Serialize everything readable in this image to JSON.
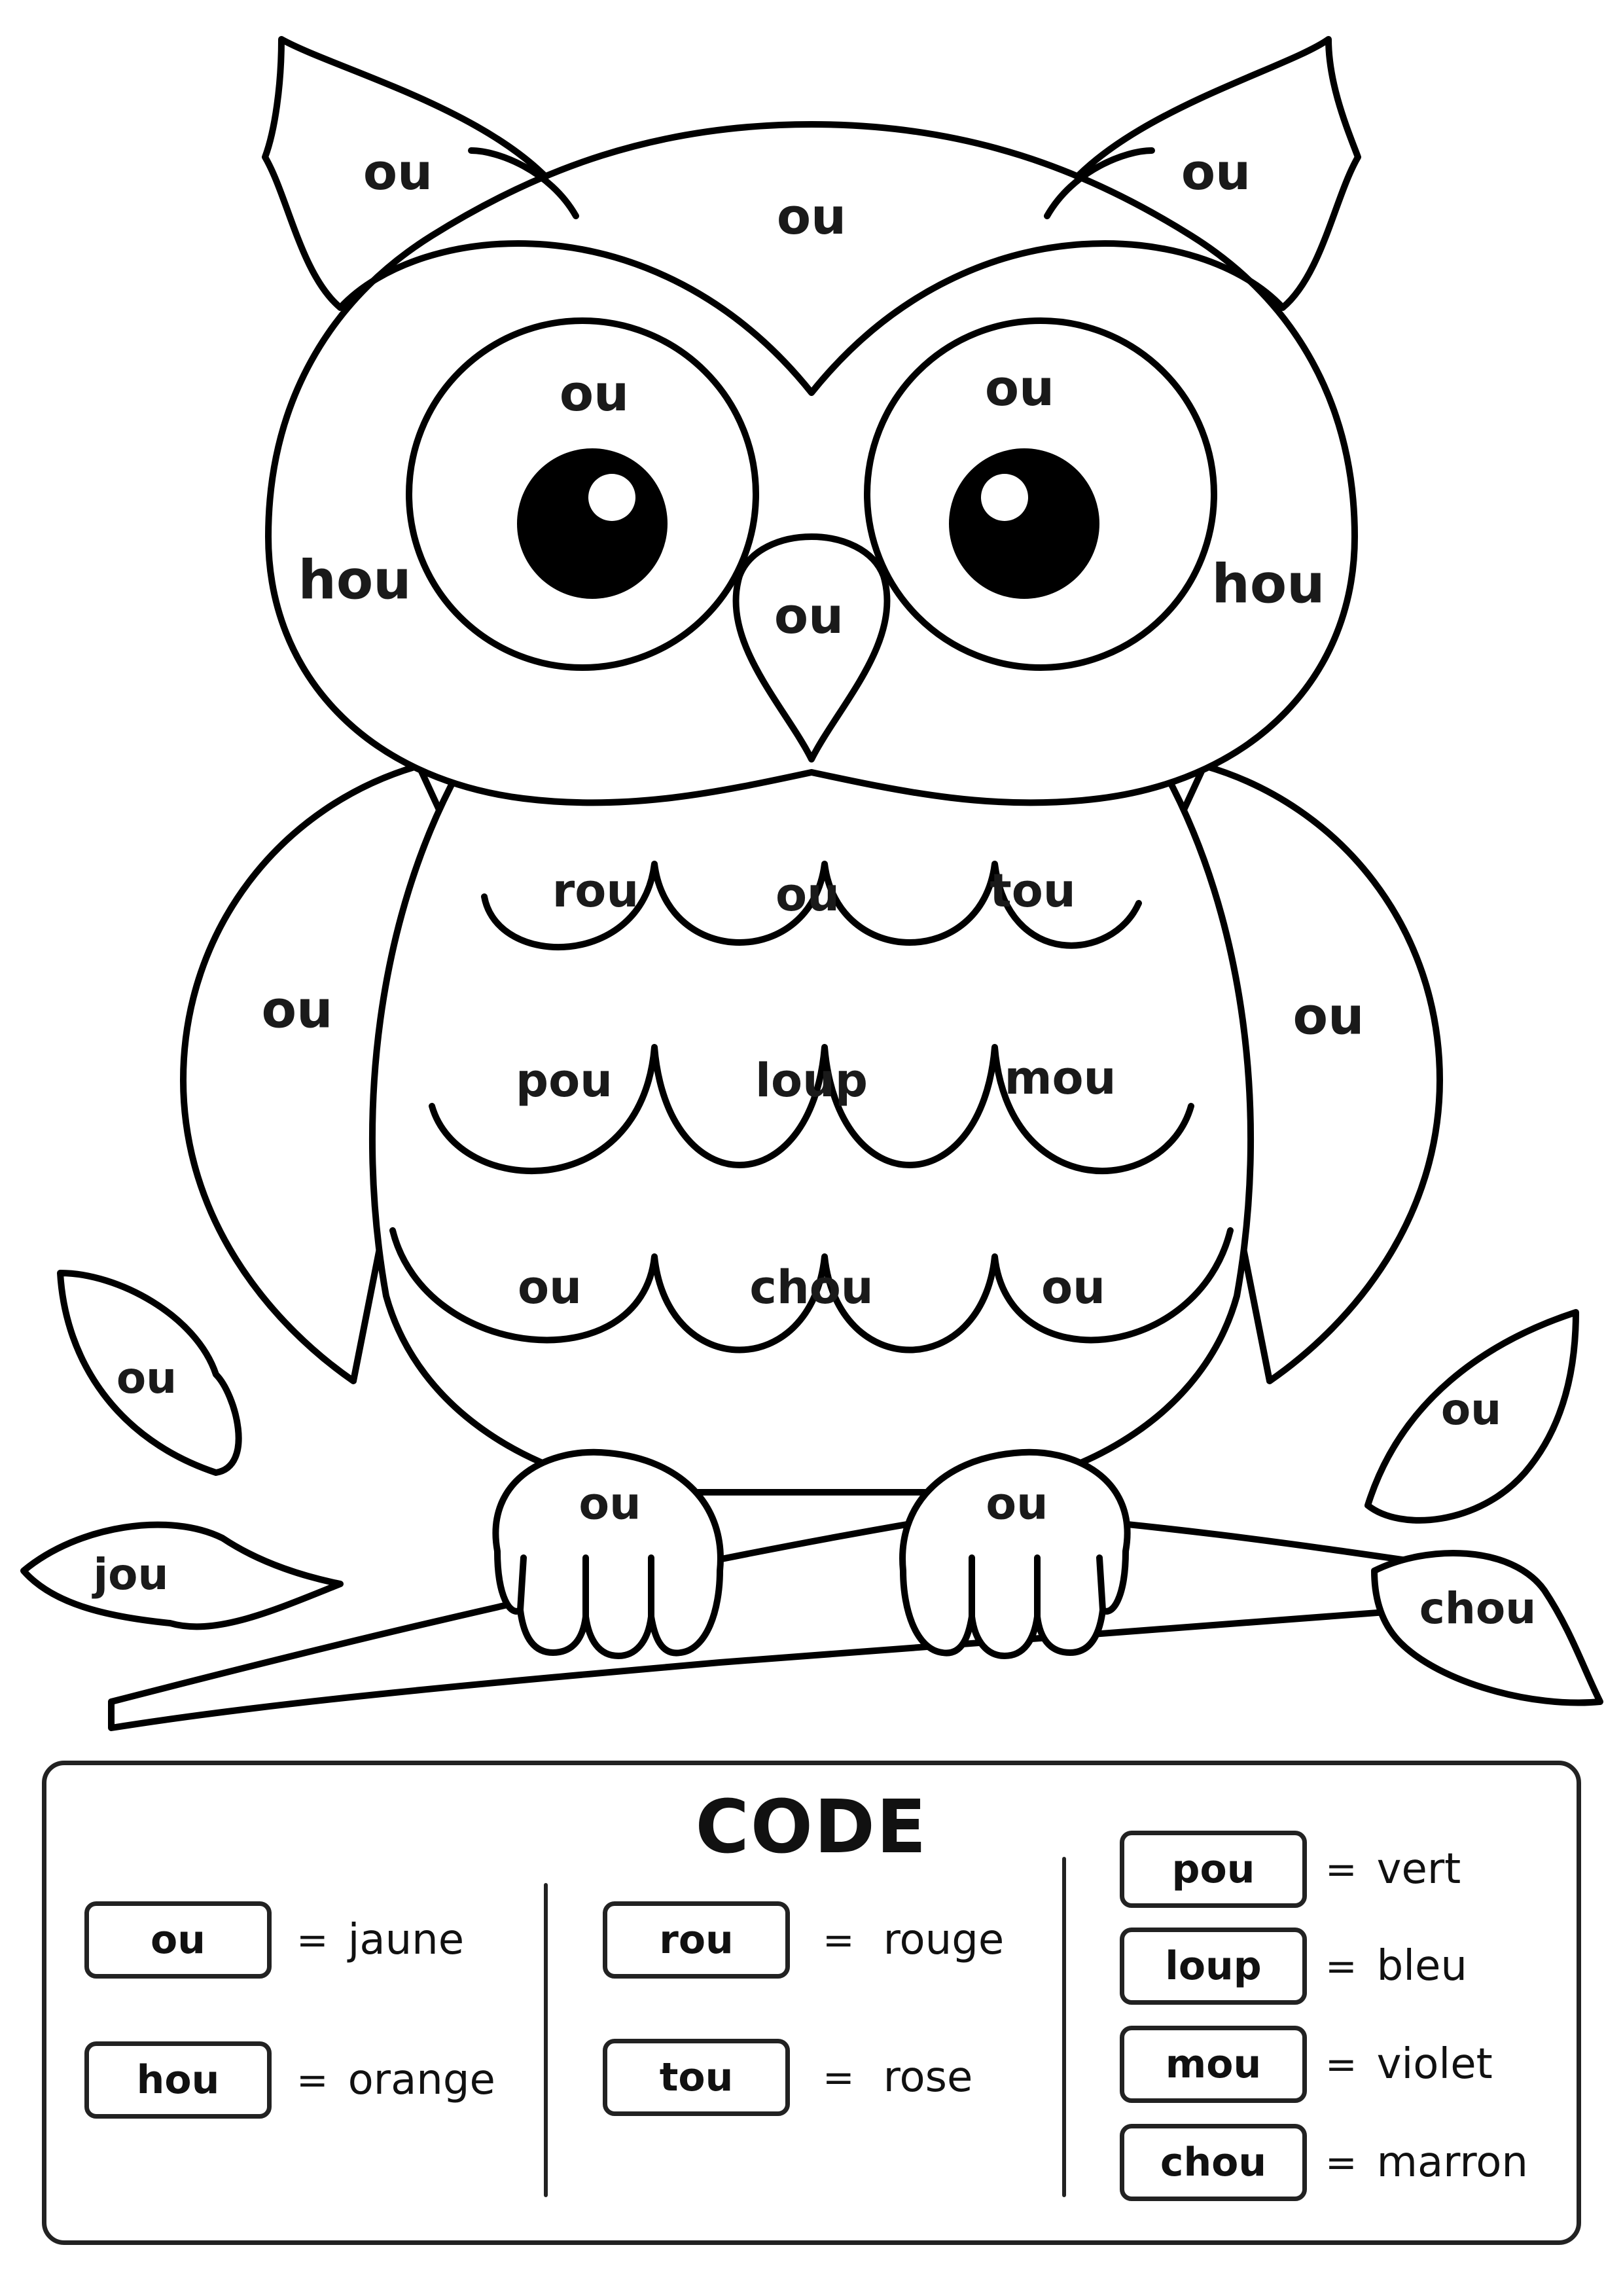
{
  "drawing": {
    "ear_left": "ou",
    "ear_right": "ou",
    "forehead": "ou",
    "eye_left": "ou",
    "eye_right": "ou",
    "cheek_left": "hou",
    "cheek_right": "hou",
    "beak": "ou",
    "wing_left": "ou",
    "wing_right": "ou",
    "feathers_row1": [
      "rou",
      "ou",
      "tou"
    ],
    "feathers_row2": [
      "pou",
      "loup",
      "mou"
    ],
    "feathers_row3": [
      "ou",
      "chou",
      "ou"
    ],
    "foot_left": "ou",
    "foot_right": "ou",
    "leaf_left_top": "ou",
    "leaf_left_bottom": "jou",
    "leaf_right_top": "ou",
    "leaf_right_bottom": "chou"
  },
  "code": {
    "title": "CODE",
    "equals": "=",
    "columns": [
      [
        {
          "key": "ou",
          "color": "jaune"
        },
        {
          "key": "hou",
          "color": "orange"
        }
      ],
      [
        {
          "key": "rou",
          "color": "rouge"
        },
        {
          "key": "tou",
          "color": "rose"
        }
      ],
      [
        {
          "key": "pou",
          "color": "vert"
        },
        {
          "key": "loup",
          "color": "bleu"
        },
        {
          "key": "mou",
          "color": "violet"
        },
        {
          "key": "chou",
          "color": "marron"
        }
      ]
    ]
  }
}
